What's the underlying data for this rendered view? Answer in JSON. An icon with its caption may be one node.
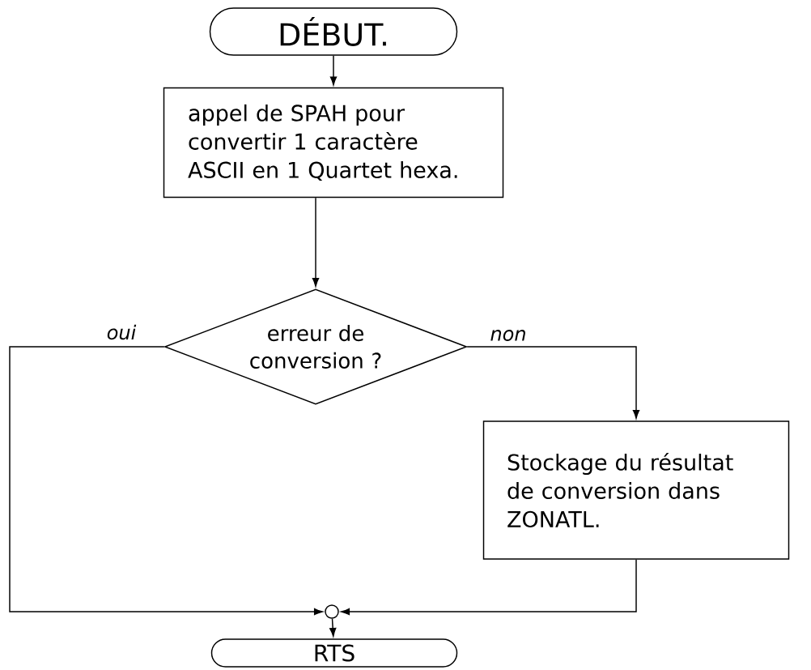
{
  "diagram": {
    "nodes": [
      {
        "text": [
          "DÉBUT."
        ]
      },
      {
        "text": [
          "appel de SPAH pour convertir 1 caractère ASCII en 1 Quartet hexa."
        ]
      },
      {
        "text": [
          "erreur de conversion ?"
        ]
      },
      {
        "text": [
          "Stockage du résultat de conversion dans ZONATL."
        ]
      },
      {
        "text": [],
        "shape": "circle"
      },
      {
        "text": [
          "RTS"
        ]
      }
    ],
    "edges": [
      {
        "from": 0,
        "to": 1,
        "arrow": "to"
      },
      {
        "from": 1,
        "to": 2,
        "arrow": "to"
      },
      {
        "from": 2,
        "to": 4,
        "label": "oui",
        "arrow": "to"
      },
      {
        "from": 2,
        "to": 3,
        "label": "non",
        "arrow": "to"
      },
      {
        "from": 3,
        "to": 4,
        "arrow": "to"
      },
      {
        "from": 4,
        "to": 5,
        "arrow": "to"
      }
    ]
  }
}
